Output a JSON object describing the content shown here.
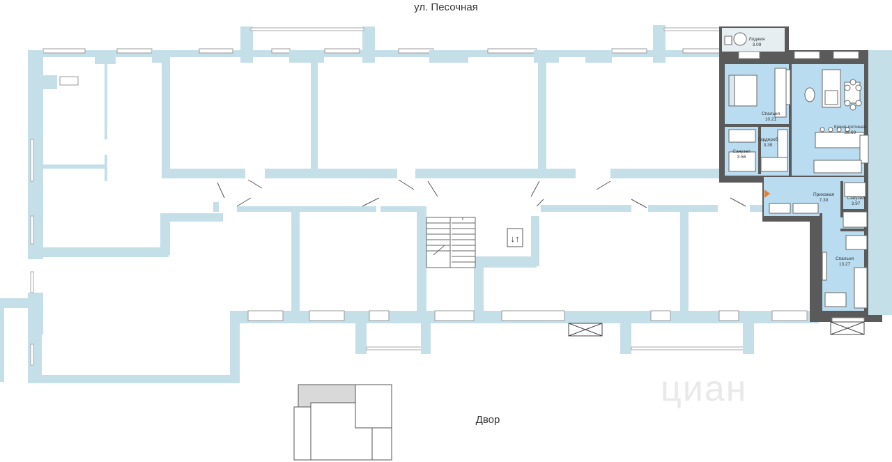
{
  "street_label": "ул. Песочная",
  "yard_label": "Двор",
  "watermark": "циан",
  "elevator_glyph": "↓↑",
  "colors": {
    "wall": "#c5dfe9",
    "apartment_wall": "#5a5a5a",
    "apartment_fill": "#b9dcf0",
    "entrance_marker": "#f07a22",
    "site_block": "#d9d9d9"
  },
  "rooms": [
    {
      "name": "Лоджия",
      "area": "3.09"
    },
    {
      "name": "Спальня",
      "area": "10.21"
    },
    {
      "name": "Кухня-гостиная",
      "area": "26.69"
    },
    {
      "name": "Гардероб",
      "area": "3.39"
    },
    {
      "name": "Санузел",
      "area": "3.56"
    },
    {
      "name": "Прихожая",
      "area": "7.30"
    },
    {
      "name": "Санузел",
      "area": "3.97"
    },
    {
      "name": "Спальня",
      "area": "13.27"
    }
  ]
}
